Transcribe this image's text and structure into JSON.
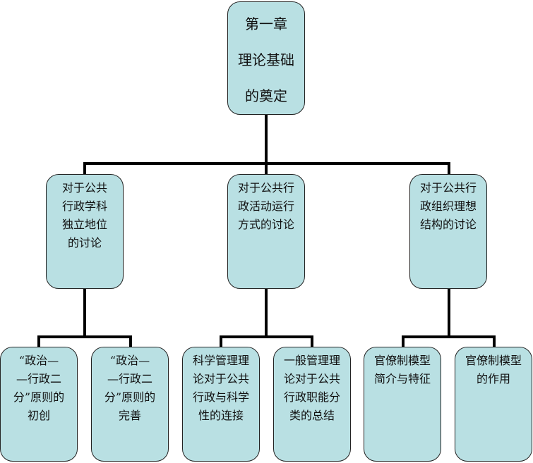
{
  "root": {
    "lines": [
      "第一章",
      "理论基础",
      "的奠定"
    ]
  },
  "level2": [
    {
      "lines": [
        "对于公共",
        "行政学科",
        "独立地位",
        "的讨论"
      ]
    },
    {
      "lines": [
        "对于公共行",
        "政活动运行",
        "方式的讨论"
      ]
    },
    {
      "lines": [
        "对于公共行",
        "政组织理想",
        "结构的讨论"
      ]
    }
  ],
  "level3": [
    {
      "lines": [
        "“政治—",
        "—行政二",
        "分”原则的",
        "初创"
      ]
    },
    {
      "lines": [
        "“政治—",
        "—行政二",
        "分”原则的",
        "完善"
      ]
    },
    {
      "lines": [
        "科学管理理",
        "论对于公共",
        "行政与科学",
        "性的连接"
      ]
    },
    {
      "lines": [
        "一般管理理",
        "论对于公共",
        "行政职能分",
        "类的总结"
      ]
    },
    {
      "lines": [
        "官僚制模型",
        "简介与特征"
      ]
    },
    {
      "lines": [
        "官僚制模型",
        "的作用"
      ]
    }
  ],
  "colors": {
    "node_fill": "#b9e0e3",
    "connector": "#000000"
  }
}
